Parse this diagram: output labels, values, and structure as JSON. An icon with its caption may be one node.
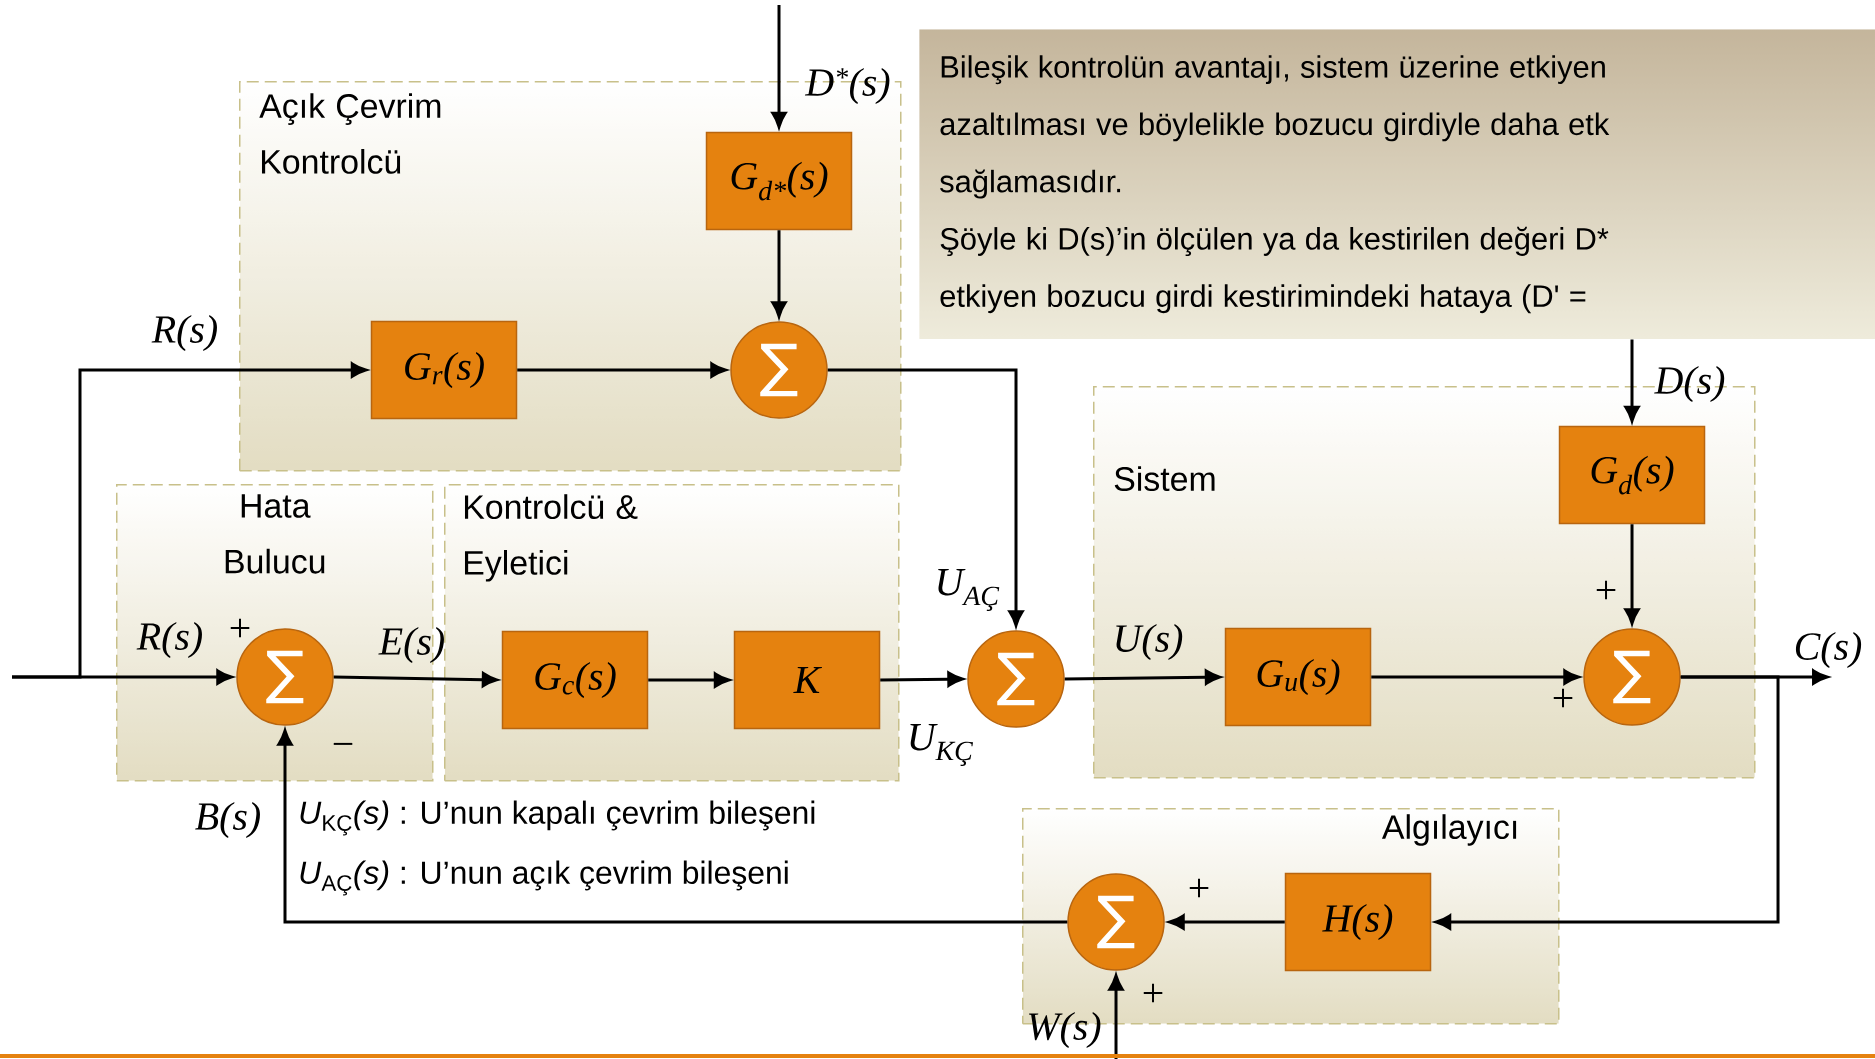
{
  "diagram": {
    "nodes": [
      {
        "text": [
          "Açık Çevrim Kontrolcü"
        ]
      },
      {
        "text": [
          "G$_{d*}$(s)"
        ],
        "in": 0
      },
      {
        "text": [
          "G$_{r}$(s)"
        ],
        "in": 0
      },
      {
        "text": [
          "∑"
        ],
        "in": 0
      },
      {
        "text": [
          "Hata Bulucu"
        ]
      },
      {
        "text": [
          "∑"
        ],
        "in": 4
      },
      {
        "text": [
          "Kontrolcü & Eyletici"
        ]
      },
      {
        "text": [
          "G$_{c}$(s)"
        ],
        "in": 6
      },
      {
        "text": [
          "K"
        ],
        "in": 6
      },
      {
        "text": [
          "∑"
        ]
      },
      {
        "text": [
          "Sistem"
        ]
      },
      {
        "text": [
          "G$_{d}$(s)"
        ],
        "in": 10
      },
      {
        "text": [
          "G$_{u}$(s)"
        ],
        "in": 10
      },
      {
        "text": [
          "∑"
        ],
        "in": 10
      },
      {
        "text": [
          "Algılayıcı"
        ]
      },
      {
        "text": [
          "H(s)"
        ],
        "in": 14
      },
      {
        "text": [
          "∑"
        ],
        "in": 14
      },
      {
        "text": [
          "Bileşik kontrolün avantajı, sistem üzerine etkiyen",
          "azaltılması ve böylelikle bozucu girdiyle daha etk",
          "sağlamasıdır.",
          "Şöyle ki D(s)’in ölçülen ya da kestirilen değeri D*",
          "etkiyen bozucu girdi kestirimindeki hataya (D' ="
        ]
      }
    ],
    "edges": [
      {
        "from": null,
        "to": 1,
        "arrow": "to",
        "label": "D$^{*}$(s)"
      },
      {
        "from": 1,
        "to": 3,
        "arrow": "to"
      },
      {
        "from": null,
        "to": 2,
        "arrow": "to",
        "label": "R(s)"
      },
      {
        "from": 2,
        "to": 3,
        "arrow": "to"
      },
      {
        "from": 3,
        "to": 9,
        "arrow": "to",
        "label": "U$_{AÇ}$"
      },
      {
        "from": null,
        "to": 5,
        "arrow": "to",
        "label": "R(s)"
      },
      {
        "from": 5,
        "to": 7,
        "arrow": "to",
        "label": "E(s)"
      },
      {
        "from": 7,
        "to": 8,
        "arrow": "to"
      },
      {
        "from": 8,
        "to": 9,
        "arrow": "to",
        "label": "U$_{KÇ}$"
      },
      {
        "from": 9,
        "to": 12,
        "arrow": "to",
        "label": "U(s)"
      },
      {
        "from": 17,
        "to": 11,
        "arrow": "to",
        "label": "D(s)"
      },
      {
        "from": 11,
        "to": 13,
        "arrow": "to"
      },
      {
        "from": 12,
        "to": 13,
        "arrow": "to"
      },
      {
        "from": 13,
        "to": null,
        "arrow": "to",
        "label": "C(s)"
      },
      {
        "from": 13,
        "to": 15,
        "arrow": "to"
      },
      {
        "from": 15,
        "to": 16,
        "arrow": "to"
      },
      {
        "from": null,
        "to": 16,
        "arrow": "to",
        "label": "W(s)"
      },
      {
        "from": 16,
        "to": 5,
        "arrow": "to",
        "label": "B(s)"
      }
    ],
    "labels": [
      "+",
      "+",
      "+",
      "−",
      "*U*$_{KÇ}$*(s)* : U’nun kapalı çevrim bileşeni",
      "*U*$_{AÇ}$*(s)* : U’nun açık çevrim bileşeni",
      "+",
      "+"
    ]
  }
}
